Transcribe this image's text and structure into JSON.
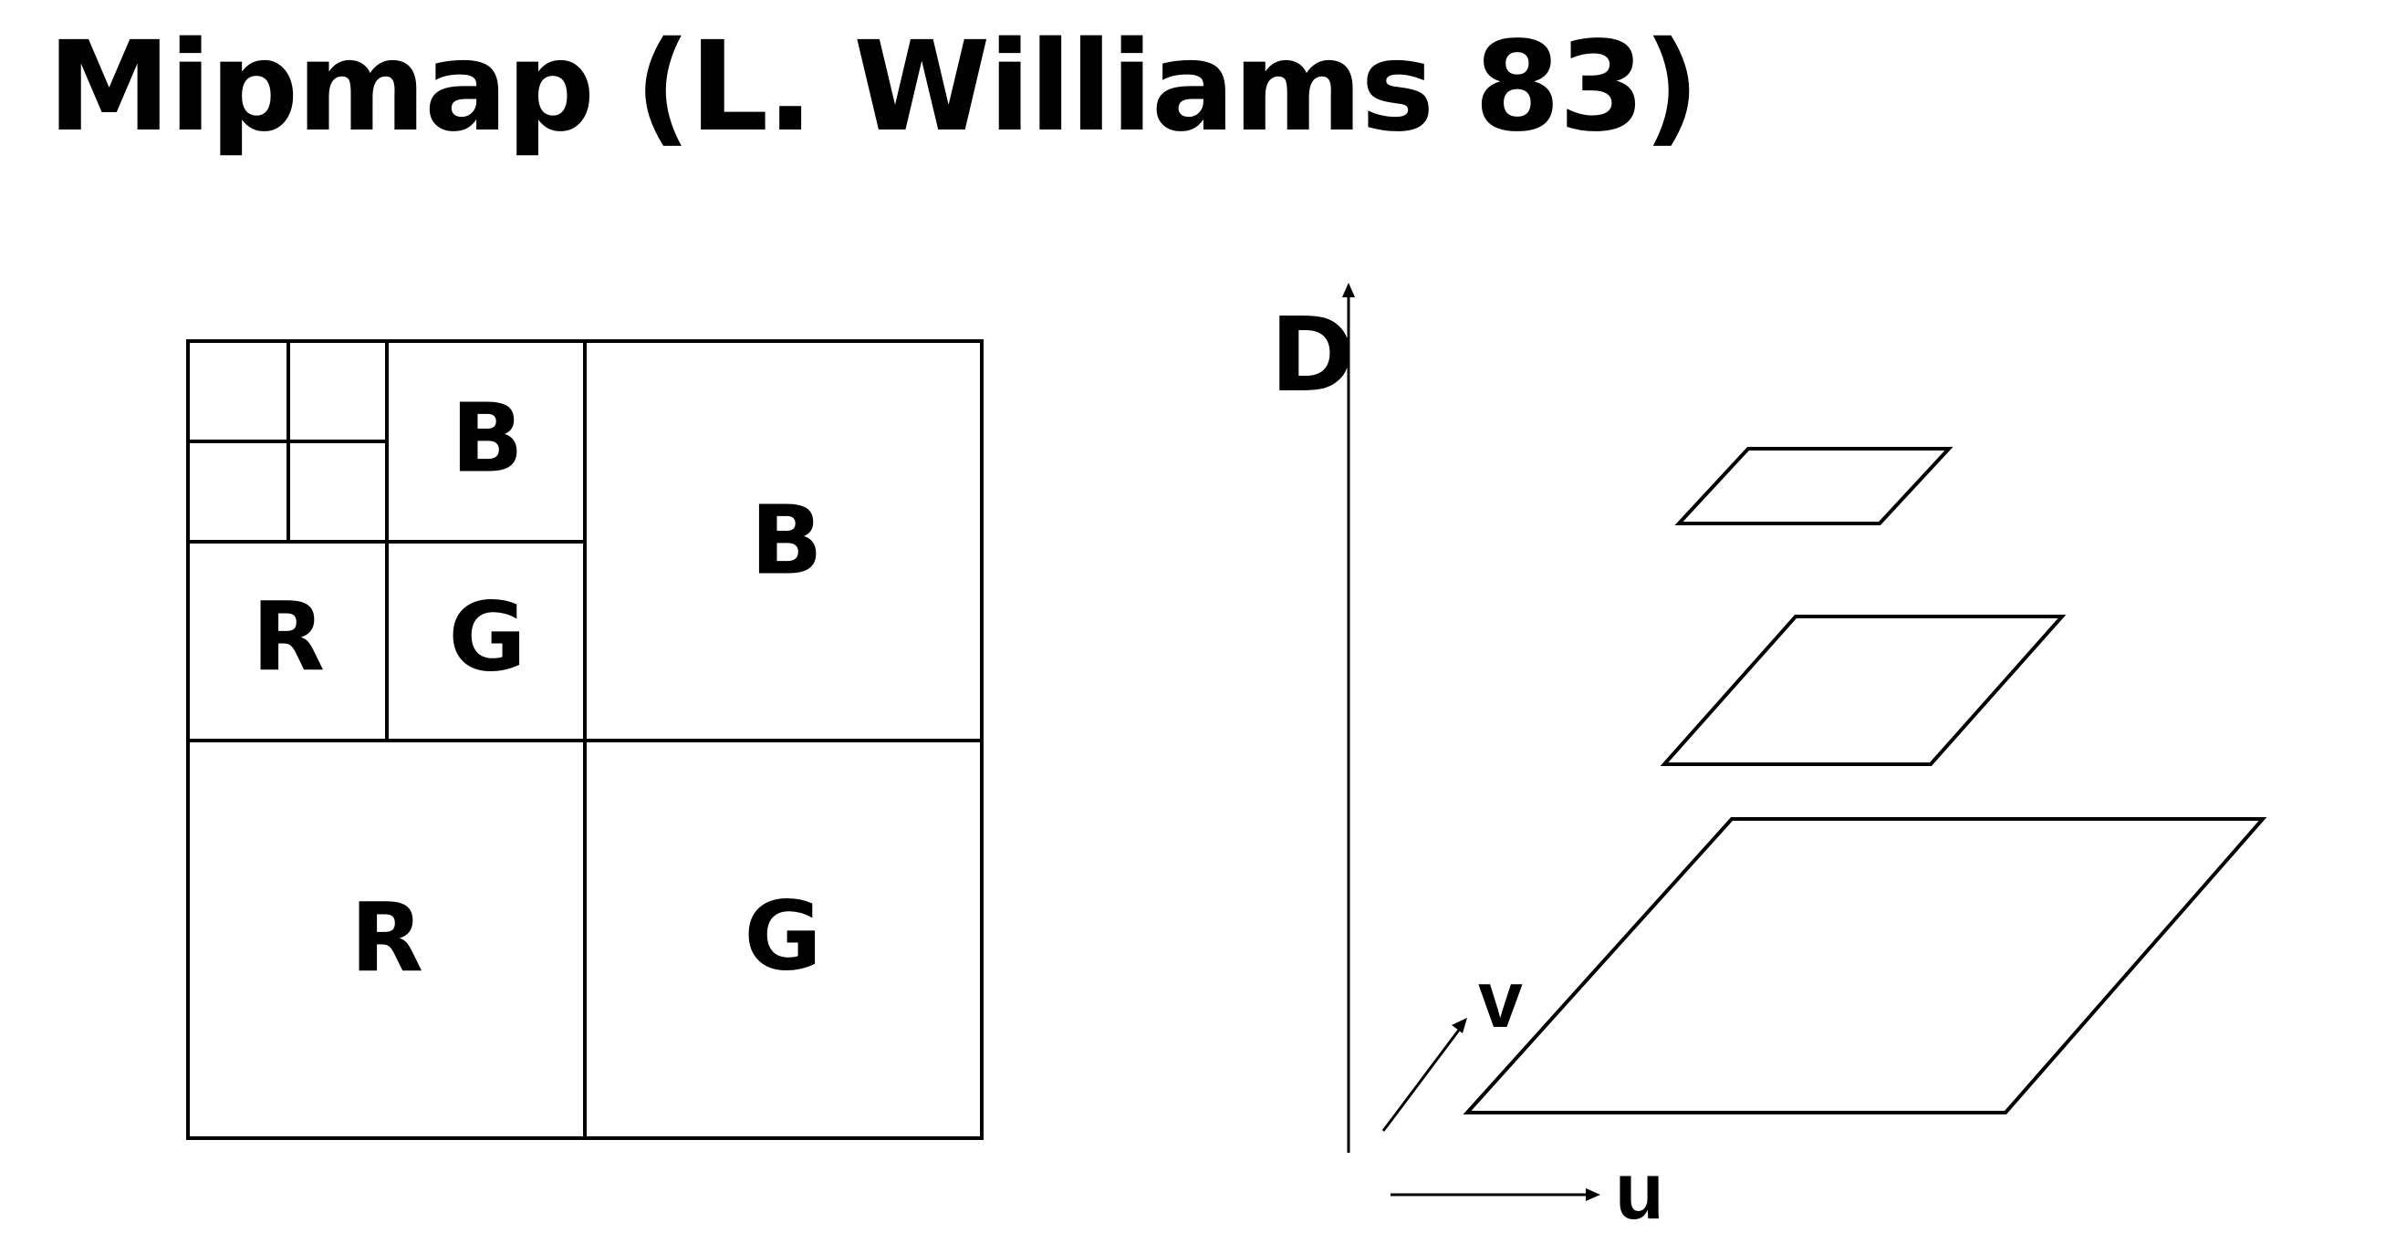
{
  "slide": {
    "title": "Mipmap (L. Williams 83)"
  },
  "mipmap_layout": {
    "level0": {
      "r": "R",
      "g": "G",
      "b": "B"
    },
    "level1": {
      "r": "R",
      "g": "G",
      "b": "B"
    }
  },
  "pyramid": {
    "axis_d_label": "D",
    "axis_u_label": "u",
    "axis_v_label": "v",
    "level_count": 3
  }
}
